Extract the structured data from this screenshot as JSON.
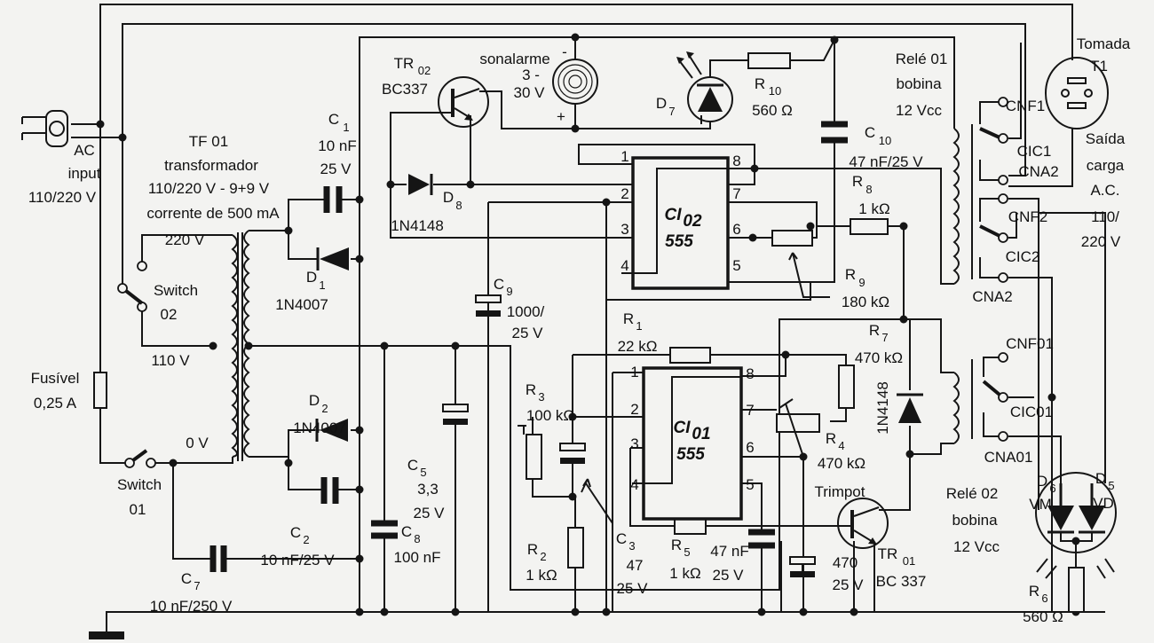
{
  "input": {
    "line1": "AC",
    "line2": "input",
    "line3": "110/220 V"
  },
  "transformer": {
    "ref": "TF 01",
    "name": "transformador",
    "spec": "110/220 V - 9+9 V",
    "current": "corrente de 500 mA",
    "tap_220": "220 V",
    "tap_110": "110 V",
    "tap_0": "0 V"
  },
  "switch02": {
    "label": "Switch",
    "num": "02"
  },
  "switch01": {
    "label": "Switch",
    "num": "01"
  },
  "fuse": {
    "label": "Fusível",
    "value": "0,25 A"
  },
  "c1": {
    "ref": "C",
    "sub": "1",
    "value": "10 nF",
    "voltage": "25 V"
  },
  "c2": {
    "ref": "C",
    "sub": "2",
    "value": "10 nF/25 V"
  },
  "c3": {
    "ref": "C",
    "sub": "3",
    "value": "47",
    "voltage": "25 V"
  },
  "c5": {
    "ref": "C",
    "sub": "5",
    "value": "3,3",
    "voltage": "25 V"
  },
  "c7": {
    "ref": "C",
    "sub": "7",
    "value": "10 nF/250 V"
  },
  "c8": {
    "ref": "C",
    "sub": "8",
    "value": "100 nF"
  },
  "c9": {
    "ref": "C",
    "sub": "9",
    "value": "1000/",
    "voltage": "25 V"
  },
  "c10": {
    "ref": "C",
    "sub": "10",
    "value": "47 nF/25 V"
  },
  "c_pin5": {
    "value": "47 nF",
    "voltage": "25 V"
  },
  "c_tr01": {
    "value": "470",
    "voltage": "25 V"
  },
  "d1": {
    "ref": "D",
    "sub": "1",
    "part": "1N4007"
  },
  "d2": {
    "ref": "D",
    "sub": "2",
    "part": "1N4007"
  },
  "d5": {
    "ref": "D",
    "sub": "5",
    "color": "VD"
  },
  "d6": {
    "ref": "D",
    "sub": "6",
    "color": "VM"
  },
  "d7": {
    "ref": "D",
    "sub": "7"
  },
  "d8": {
    "ref": "D",
    "sub": "8",
    "part": "1N4148"
  },
  "d_relay2": {
    "part": "1N4148"
  },
  "tr01": {
    "ref": "TR",
    "sub": "01",
    "part": "BC 337"
  },
  "tr02": {
    "ref": "TR",
    "sub": "02",
    "part": "BC337"
  },
  "buzzer": {
    "name": "sonalarme",
    "minus": "-",
    "range1": "3 -",
    "range2": "30 V",
    "plus": "+"
  },
  "r1": {
    "ref": "R",
    "sub": "1",
    "value": "22 kΩ"
  },
  "r2": {
    "ref": "R",
    "sub": "2",
    "value": "1 kΩ"
  },
  "r3": {
    "ref": "R",
    "sub": "3",
    "value": "100 kΩ"
  },
  "r4": {
    "ref": "R",
    "sub": "4",
    "value": "470 kΩ",
    "type": "Trimpot"
  },
  "r5": {
    "ref": "R",
    "sub": "5",
    "value": "1 kΩ"
  },
  "r6": {
    "ref": "R",
    "sub": "6",
    "value": "560 Ω"
  },
  "r7": {
    "ref": "R",
    "sub": "7",
    "value": "470 kΩ"
  },
  "r8": {
    "ref": "R",
    "sub": "8",
    "value": "1 kΩ"
  },
  "r9": {
    "ref": "R",
    "sub": "9",
    "value": "180 kΩ"
  },
  "r10": {
    "ref": "R",
    "sub": "10",
    "value": "560 Ω"
  },
  "ci01": {
    "ref": "CI",
    "sub": "01",
    "part": "555",
    "pins": [
      "1",
      "2",
      "3",
      "4",
      "5",
      "6",
      "7",
      "8"
    ]
  },
  "ci02": {
    "ref": "CI",
    "sub": "02",
    "part": "555",
    "pins": [
      "1",
      "2",
      "3",
      "4",
      "5",
      "6",
      "7",
      "8"
    ]
  },
  "relay01": {
    "name": "Relé 01",
    "coil": "bobina",
    "voltage": "12 Vcc",
    "cnf1": "CNF1",
    "cic1": "CIC1",
    "cna2a": "CNA2",
    "cnf2": "CNF2",
    "cic2": "CIC2",
    "cna2b": "CNA2"
  },
  "relay02": {
    "name": "Relé 02",
    "coil": "bobina",
    "voltage": "12 Vcc",
    "cnf": "CNF01",
    "cic": "CIC01",
    "cna": "CNA01"
  },
  "outlet": {
    "name": "Tomada",
    "ref": "T1",
    "out1": "Saída",
    "out2": "carga",
    "out3": "A.C.",
    "out4": "110/",
    "out5": "220 V"
  }
}
